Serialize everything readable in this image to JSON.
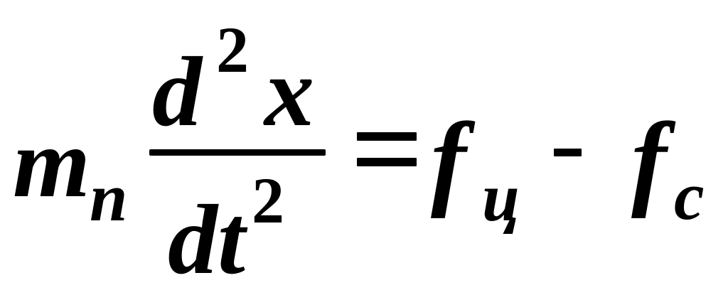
{
  "equation": {
    "lhs": {
      "coefficient": "m",
      "coefficient_subscript": "n",
      "numerator": {
        "variable": "d",
        "exponent": "2",
        "function": "x"
      },
      "denominator": {
        "variable": "dt",
        "exponent": "2"
      }
    },
    "equals": "=",
    "rhs": {
      "term1": "f",
      "term1_subscript": "ц",
      "operator": "-",
      "term2": "f",
      "term2_subscript": "c"
    }
  }
}
